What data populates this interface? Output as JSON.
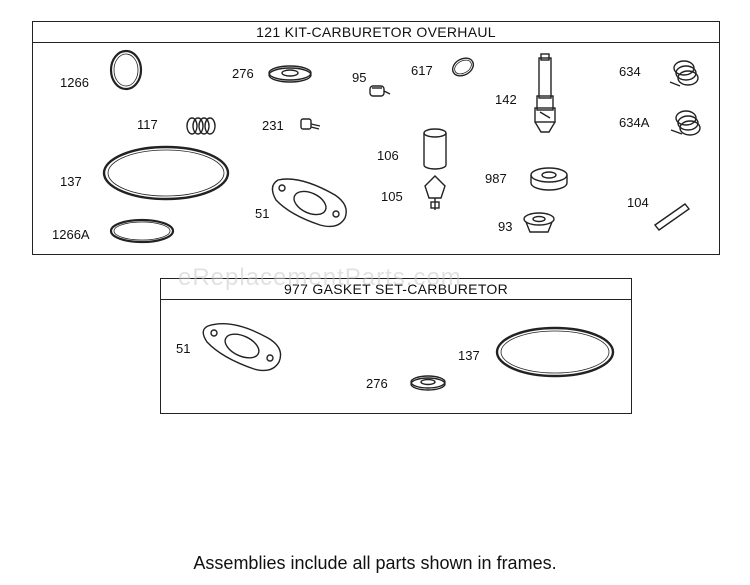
{
  "kit": {
    "title": "121 KIT-CARBURETOR OVERHAUL",
    "labels": {
      "p1266": "1266",
      "p276": "276",
      "p95": "95",
      "p617": "617",
      "p634": "634",
      "p142": "142",
      "p117": "117",
      "p231": "231",
      "p634a": "634A",
      "p137": "137",
      "p106": "106",
      "p987": "987",
      "p51": "51",
      "p105": "105",
      "p104": "104",
      "p1266a": "1266A",
      "p93": "93"
    }
  },
  "gasket": {
    "title": "977 GASKET SET-CARBURETOR",
    "labels": {
      "p51": "51",
      "p137": "137",
      "p276": "276"
    }
  },
  "watermark": "eReplacementParts.com",
  "footer": "Assemblies include all parts shown in frames."
}
